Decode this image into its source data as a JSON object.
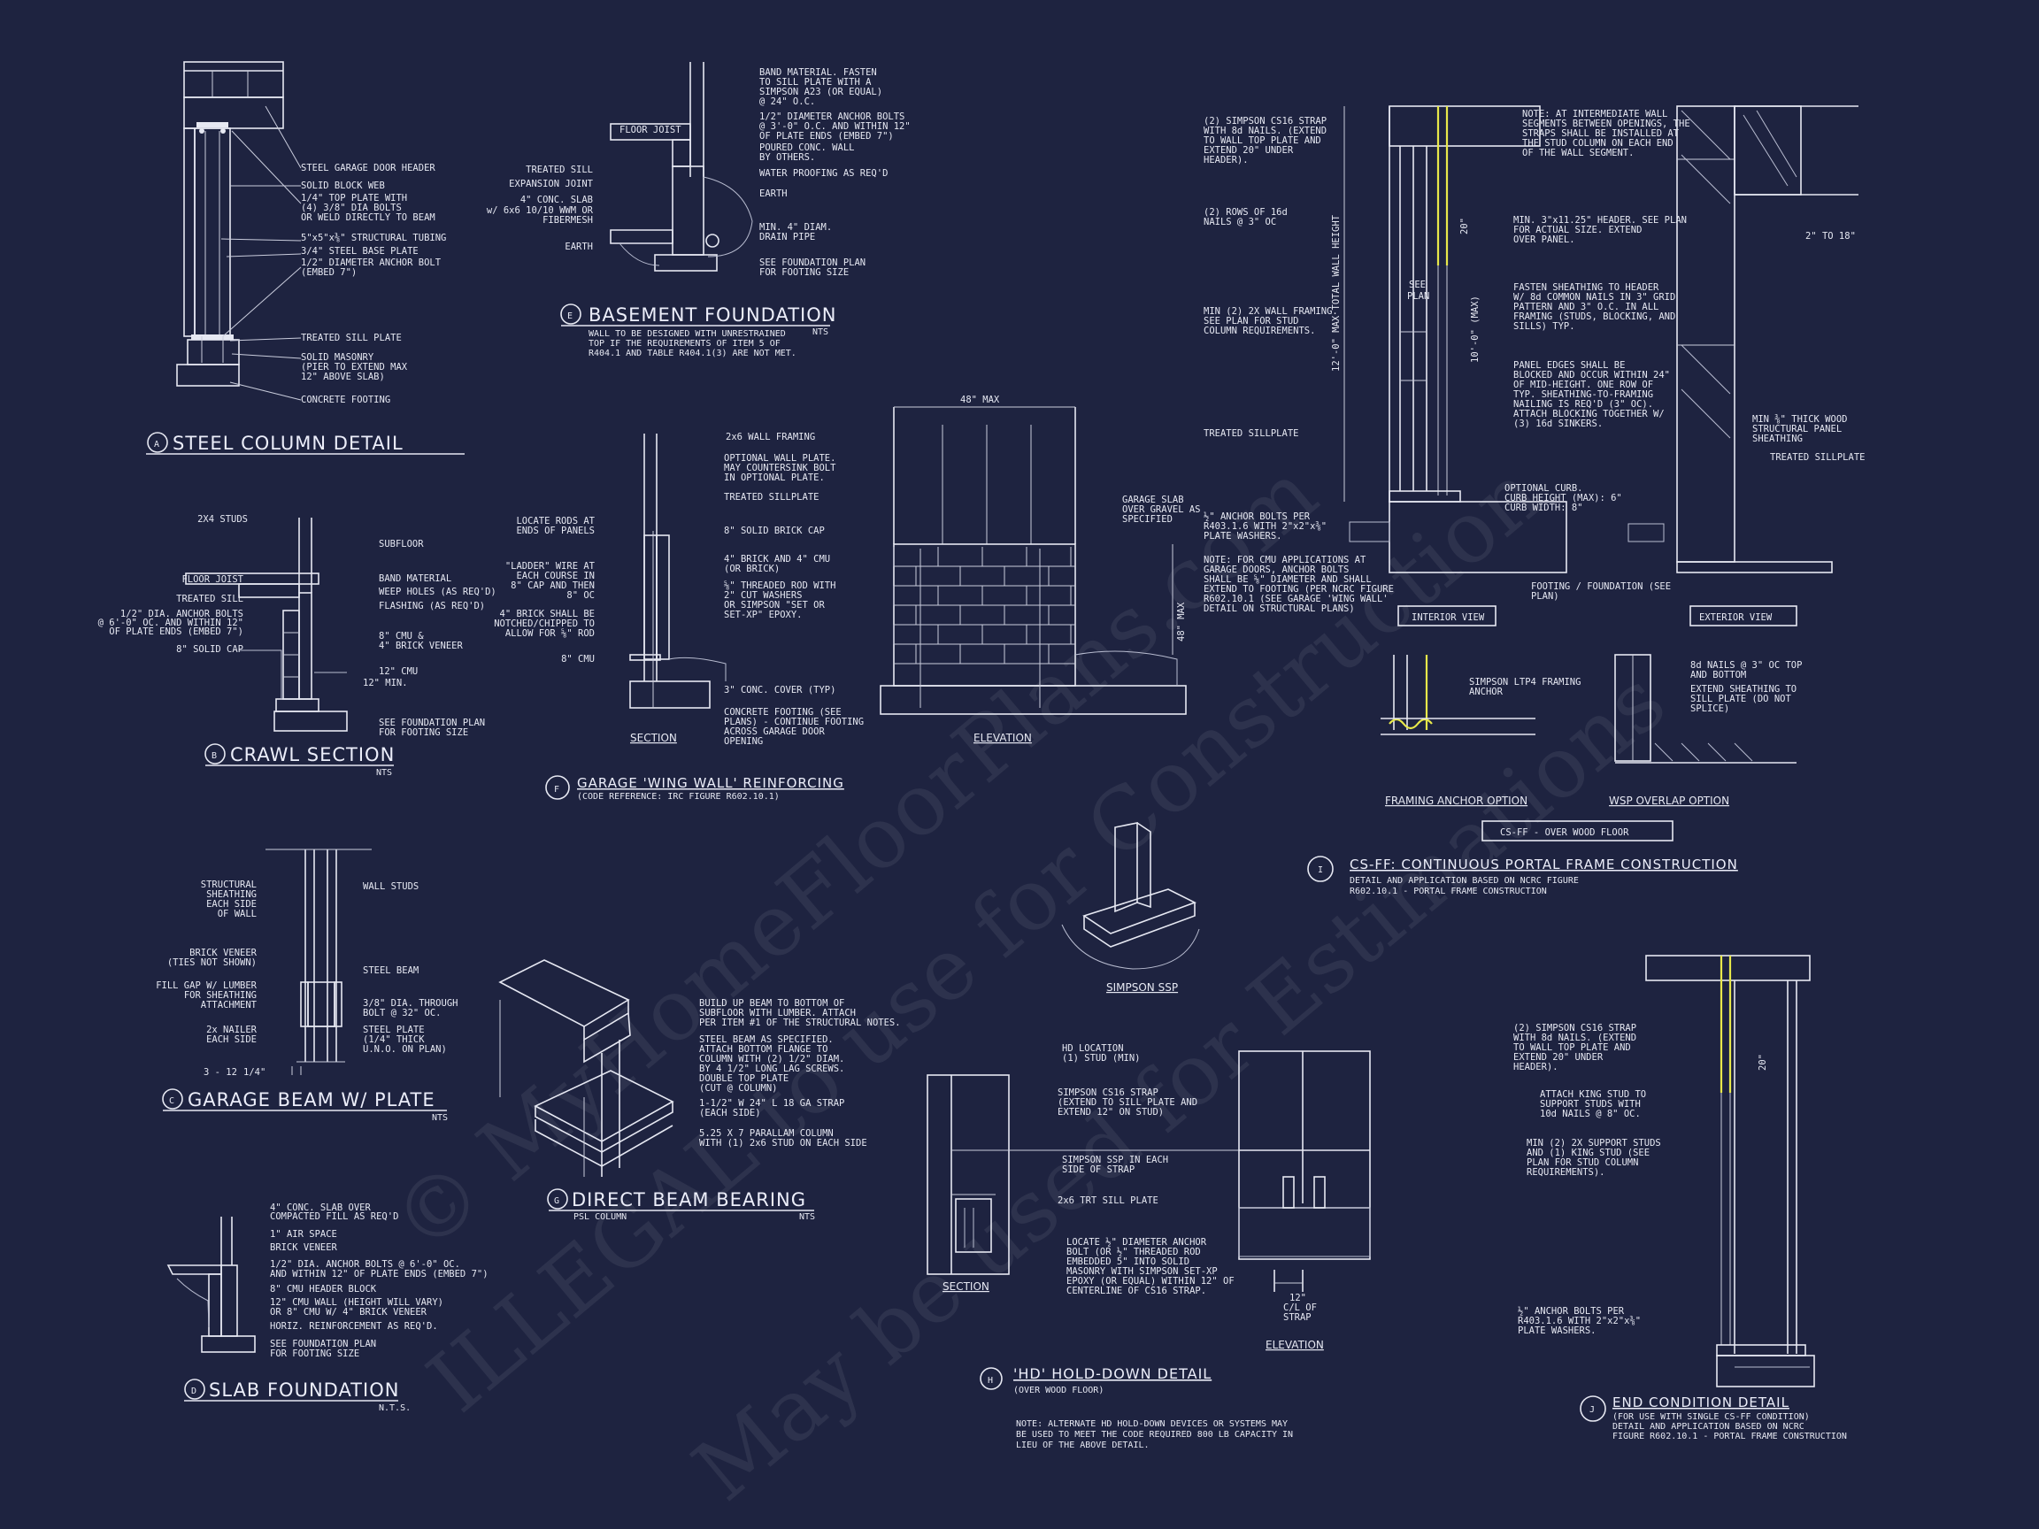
{
  "watermark": {
    "line1": "© MyHomeFloorPlans.com",
    "line2": "ILLEGAL to use for Construction",
    "line3": "May be used for Estimations"
  },
  "details": {
    "A": {
      "letter": "A",
      "title": "STEEL COLUMN DETAIL",
      "labels": [
        "STEEL GARAGE DOOR HEADER",
        "SOLID BLOCK WEB",
        "1/4\" TOP PLATE WITH",
        "(4) 3/8\" DIA BOLTS",
        "OR WELD DIRECTLY TO BEAM",
        "5\"x5\"x⅜\" STRUCTURAL TUBING",
        "3/4\" STEEL BASE PLATE",
        "1/2\" DIAMETER ANCHOR BOLT",
        "(EMBED 7\")",
        "TREATED SILL PLATE",
        "SOLID MASONRY",
        "(PIER TO EXTEND MAX",
        "12\" ABOVE SLAB)",
        "CONCRETE FOOTING"
      ]
    },
    "B": {
      "letter": "B",
      "title": "CRAWL SECTION",
      "note": "NTS",
      "labels": [
        "2X4 STUDS",
        "SUBFLOOR",
        "FLOOR JOIST",
        "BAND MATERIAL",
        "TREATED SILL",
        "WEEP HOLES (AS REQ'D)",
        "1/2\" DIA. ANCHOR BOLTS",
        "FLASHING (AS REQ'D)",
        "@ 6'-0\" OC. AND WITHIN 12\"",
        "OF PLATE ENDS (EMBED 7\")",
        "8\" CMU &",
        "8\" SOLID CAP",
        "4\" BRICK VENEER",
        "12\" CMU",
        "12\" MIN.",
        "SEE FOUNDATION PLAN",
        "FOR FOOTING SIZE"
      ]
    },
    "C": {
      "letter": "C",
      "title": "GARAGE BEAM W/ PLATE",
      "note": "NTS",
      "labels": [
        "STRUCTURAL",
        "SHEATHING",
        "EACH SIDE",
        "OF WALL",
        "WALL STUDS",
        "BRICK VENEER",
        "(TIES NOT SHOWN)",
        "STEEL BEAM",
        "FILL GAP W/ LUMBER",
        "FOR SHEATHING",
        "ATTACHMENT",
        "3/8\" DIA. THROUGH",
        "BOLT @ 32\" OC.",
        "2x NAILER",
        "EACH SIDE",
        "STEEL PLATE",
        "(1/4\" THICK",
        "U.N.O. ON PLAN)",
        "3 - 12",
        "1/4\""
      ]
    },
    "D": {
      "letter": "D",
      "title": "SLAB FOUNDATION",
      "note": "N.T.S.",
      "labels": [
        "4\" CONC. SLAB OVER",
        "COMPACTED FILL AS REQ'D",
        "1\" AIR SPACE",
        "BRICK VENEER",
        "1/2\" DIA. ANCHOR BOLTS @ 6'-0\" OC.",
        "AND WITHIN 12\" OF PLATE ENDS (EMBED 7\")",
        "8\" CMU HEADER BLOCK",
        "12\" CMU WALL (HEIGHT WILL VARY)",
        "OR 8\" CMU W/ 4\" BRICK VENEER",
        "HORIZ. REINFORCEMENT AS REQ'D.",
        "SEE FOUNDATION PLAN",
        "FOR FOOTING SIZE"
      ]
    },
    "E": {
      "letter": "E",
      "title": "BASEMENT FOUNDATION",
      "note": "NTS",
      "caption": [
        "WALL TO BE DESIGNED WITH UNRESTRAINED",
        "TOP IF THE REQUIREMENTS OF ITEM 5 OF",
        "R404.1 AND TABLE R404.1(3) ARE NOT MET."
      ],
      "labels": [
        "BAND MATERIAL. FASTEN",
        "TO SILL PLATE WITH A",
        "SIMPSON A23 (OR EQUAL)",
        "@ 24\" O.C.",
        "FLOOR JOIST",
        "1/2\" DIAMETER ANCHOR BOLTS",
        "@ 3'-0\" O.C. AND WITHIN 12\"",
        "OF PLATE ENDS (EMBED 7\")",
        "TREATED SILL",
        "POURED CONC. WALL",
        "EXPANSION JOINT",
        "BY OTHERS.",
        "WATER PROOFING AS REQ'D",
        "4\" CONC. SLAB",
        "w/ 6x6 10/10 WWM OR",
        "FIBERMESH",
        "EARTH",
        "MIN. 4\" DIAM.",
        "EARTH",
        "DRAIN PIPE",
        "SEE FOUNDATION PLAN",
        "FOR FOOTING SIZE"
      ]
    },
    "F": {
      "letter": "F",
      "title": "GARAGE 'WING WALL' REINFORCING",
      "sub": "(CODE REFERENCE: IRC FIGURE R602.10.1)",
      "section": "SECTION",
      "elevation": "ELEVATION",
      "dims": [
        "48\" MAX",
        "48\" MAX"
      ],
      "labels": [
        "2x6 WALL FRAMING",
        "OPTIONAL WALL PLATE.",
        "MAY COUNTERSINK BOLT",
        "IN OPTIONAL PLATE.",
        "LOCATE RODS AT",
        "ENDS OF PANELS",
        "TREATED SILLPLATE",
        "8\" SOLID BRICK CAP",
        "\"LADDER\" WIRE AT",
        "EACH COURSE IN",
        "8\" CAP AND THEN",
        "8\" OC",
        "4\" BRICK AND 4\" CMU",
        "(OR BRICK)",
        "4\" BRICK SHALL BE",
        "NOTCHED/CHIPPED TO",
        "ALLOW FOR ⅝\" ROD",
        "⅝\" THREADED ROD WITH",
        "2\" CUT WASHERS",
        "OR SIMPSON \"SET OR",
        "SET-XP\" EPOXY.",
        "8\" CMU",
        "3\" CONC. COVER (TYP)",
        "CONCRETE FOOTING (SEE",
        "PLANS) - CONTINUE FOOTING",
        "ACROSS GARAGE DOOR",
        "OPENING",
        "GARAGE SLAB",
        "OVER GRAVEL AS",
        "SPECIFIED"
      ]
    },
    "G": {
      "letter": "G",
      "title": "DIRECT BEAM BEARING",
      "sub": "PSL COLUMN",
      "note": "NTS",
      "labels": [
        "BUILD UP BEAM TO BOTTOM OF",
        "SUBFLOOR WITH LUMBER. ATTACH",
        "PER ITEM #1 OF THE STRUCTURAL NOTES.",
        "STEEL BEAM AS SPECIFIED.",
        "ATTACH BOTTOM FLANGE TO",
        "COLUMN WITH (2) 1/2\" DIAM.",
        "BY 4 1/2\" LONG LAG SCREWS.",
        "DOUBLE TOP PLATE",
        "(CUT @ COLUMN)",
        "1-1/2\" W 24\" L 18 GA STRAP",
        "(EACH SIDE)",
        "5.25 X 7 PARALLAM COLUMN",
        "WITH (1) 2x6 STUD ON EACH SIDE"
      ]
    },
    "SSP": {
      "caption": "SIMPSON SSP"
    },
    "H": {
      "letter": "H",
      "title": "'HD' HOLD-DOWN DETAIL",
      "sub": "(OVER WOOD FLOOR)",
      "section": "SECTION",
      "elevation": "ELEVATION",
      "note": [
        "NOTE: ALTERNATE HD HOLD-DOWN DEVICES OR SYSTEMS MAY",
        "BE USED TO MEET THE CODE REQUIRED 800 LB CAPACITY IN",
        "LIEU OF THE ABOVE DETAIL."
      ],
      "labels": [
        "HD LOCATION",
        "(1) STUD (MIN)",
        "SIMPSON CS16 STRAP",
        "(EXTEND TO SILL PLATE AND",
        "EXTEND 12\" ON STUD)",
        "SIMPSON SSP IN EACH",
        "SIDE OF STRAP",
        "2x6 TRT SILL PLATE",
        "LOCATE ½\" DIAMETER ANCHOR",
        "BOLT (OR ½\" THREADED ROD",
        "EMBEDDED 5\" INTO SOLID",
        "MASONRY WITH SIMPSON SET-XP",
        "EPOXY (OR EQUAL) WITHIN 12\" OF",
        "CENTERLINE OF CS16 STRAP.",
        "12\"",
        "C/L OF",
        "STRAP"
      ]
    },
    "I": {
      "letter": "I",
      "title": "CS-FF: CONTINUOUS PORTAL FRAME CONSTRUCTION",
      "sub": [
        "DETAIL AND APPLICATION BASED ON NCRC FIGURE",
        "R602.10.1 - PORTAL FRAME CONSTRUCTION"
      ],
      "interior": "INTERIOR VIEW",
      "exterior": "EXTERIOR VIEW",
      "framing_anchor": "FRAMING ANCHOR OPTION",
      "wsp_overlap": "WSP OVERLAP OPTION",
      "box": "CS-FF - OVER WOOD FLOOR",
      "dims": [
        "12'-0\" MAX TOTAL WALL HEIGHT",
        "10'-0\" (MAX)",
        "20\"",
        "SEE",
        "PLAN",
        "2\" TO 18\""
      ],
      "labels": [
        "(2) SIMPSON CS16 STRAP",
        "WITH 8d NAILS. (EXTEND",
        "TO WALL TOP PLATE AND",
        "EXTEND 20\" UNDER",
        "HEADER).",
        "(2) ROWS OF 16d",
        "NAILS @ 3\" OC",
        "MIN (2) 2X WALL FRAMING.",
        "SEE PLAN FOR STUD",
        "COLUMN REQUIREMENTS.",
        "TREATED SILLPLATE",
        "½\" ANCHOR BOLTS PER",
        "R403.1.6 WITH 2\"x2\"x⅜\"",
        "PLATE WASHERS.",
        "NOTE: FOR CMU APPLICATIONS AT",
        "GARAGE DOORS, ANCHOR BOLTS",
        "SHALL BE ⅝\" DIAMETER AND SHALL",
        "EXTEND TO FOOTING (PER NCRC FIGURE",
        "R602.10.1 (SEE GARAGE 'WING WALL'",
        "DETAIL ON STRUCTURAL PLANS)",
        "NOTE: AT INTERMEDIATE WALL",
        "SEGMENTS BETWEEN OPENINGS, THE",
        "STRAPS SHALL BE INSTALLED AT",
        "THE STUD COLUMN ON EACH END",
        "OF THE WALL SEGMENT.",
        "MIN. 3\"x11.25\" HEADER. SEE PLAN",
        "FOR ACTUAL SIZE. EXTEND",
        "OVER PANEL.",
        "FASTEN SHEATHING TO HEADER",
        "W/ 8d COMMON NAILS IN 3\" GRID",
        "PATTERN AND 3\" O.C. IN ALL",
        "FRAMING (STUDS, BLOCKING, AND",
        "SILLS) TYP.",
        "PANEL EDGES SHALL BE",
        "BLOCKED AND OCCUR WITHIN 24\"",
        "OF MID-HEIGHT. ONE ROW OF",
        "TYP. SHEATHING-TO-FRAMING",
        "NAILING IS REQ'D (3\" OC).",
        "ATTACH BLOCKING TOGETHER W/",
        "(3) 16d SINKERS.",
        "MIN ⅜\" THICK WOOD",
        "STRUCTURAL PANEL",
        "SHEATHING",
        "TREATED SILLPLATE",
        "OPTIONAL CURB.",
        "CURB HEIGHT (MAX): 6\"",
        "CURB WIDTH: 8\"",
        "FOOTING / FOUNDATION (SEE",
        "PLAN)",
        "SIMPSON LTP4 FRAMING",
        "ANCHOR",
        "8d NAILS @ 3\" OC TOP",
        "AND BOTTOM",
        "EXTEND SHEATHING TO",
        "SILL PLATE (DO NOT",
        "SPLICE)"
      ]
    },
    "J": {
      "letter": "J",
      "title": "END CONDITION DETAIL",
      "sub": [
        "(FOR USE WITH SINGLE CS-FF CONDITION)",
        "DETAIL AND APPLICATION BASED ON NCRC",
        "FIGURE R602.10.1 - PORTAL FRAME CONSTRUCTION"
      ],
      "dim": "20\"",
      "labels": [
        "(2) SIMPSON CS16 STRAP",
        "WITH 8d NAILS. (EXTEND",
        "TO WALL TOP PLATE AND",
        "EXTEND 20\" UNDER",
        "HEADER).",
        "ATTACH KING STUD TO",
        "SUPPORT STUDS WITH",
        "10d NAILS @ 8\" OC.",
        "MIN (2) 2X SUPPORT STUDS",
        "AND (1) KING STUD (SEE",
        "PLAN FOR STUD COLUMN",
        "REQUIREMENTS).",
        "½\" ANCHOR BOLTS PER",
        "R403.1.6 WITH 2\"x2\"x⅜\"",
        "PLATE WASHERS."
      ]
    }
  }
}
